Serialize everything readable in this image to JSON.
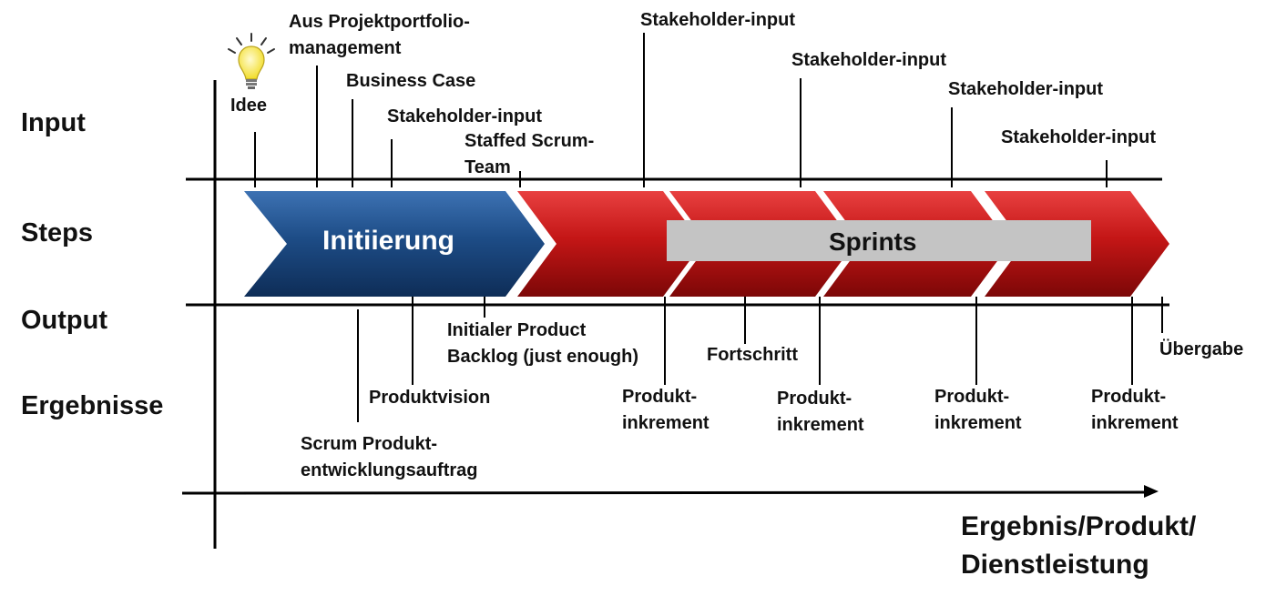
{
  "rows": {
    "input": "Input",
    "steps": "Steps",
    "output": "Output",
    "results": "Ergebnisse"
  },
  "steps": {
    "initiation": "Initiierung",
    "sprints": "Sprints"
  },
  "inputs": {
    "idea": "Idee",
    "portfolio": "Aus Projektportfolio-\nmanagement",
    "business_case": "Business Case",
    "stakeholder_1": "Stakeholder-input",
    "scrum_team": "Staffed Scrum-\nTeam",
    "stakeholder_2": "Stakeholder-input",
    "stakeholder_3": "Stakeholder-input",
    "stakeholder_4": "Stakeholder-input",
    "stakeholder_5": "Stakeholder-input"
  },
  "outputs": {
    "backlog": "Initialer Product\nBacklog (just enough)",
    "vision": "Produktvision",
    "mandate": "Scrum Produkt-\nentwicklungsauftrag",
    "increment_1": "Produkt-\ninkrement",
    "progress": "Fortschritt",
    "increment_2": "Produkt-\ninkrement",
    "increment_3": "Produkt-\ninkrement",
    "increment_4": "Produkt-\ninkrement",
    "handover": "Übergabe"
  },
  "axis_label": "Ergebnis/Produkt/\nDienstleistung",
  "colors": {
    "initiation_blue": "#1d4c86",
    "sprint_red": "#c41616",
    "sprints_bar": "#c4c4c4",
    "bulb_yellow": "#f5e640"
  },
  "icons": {
    "idea": "lightbulb-icon"
  }
}
